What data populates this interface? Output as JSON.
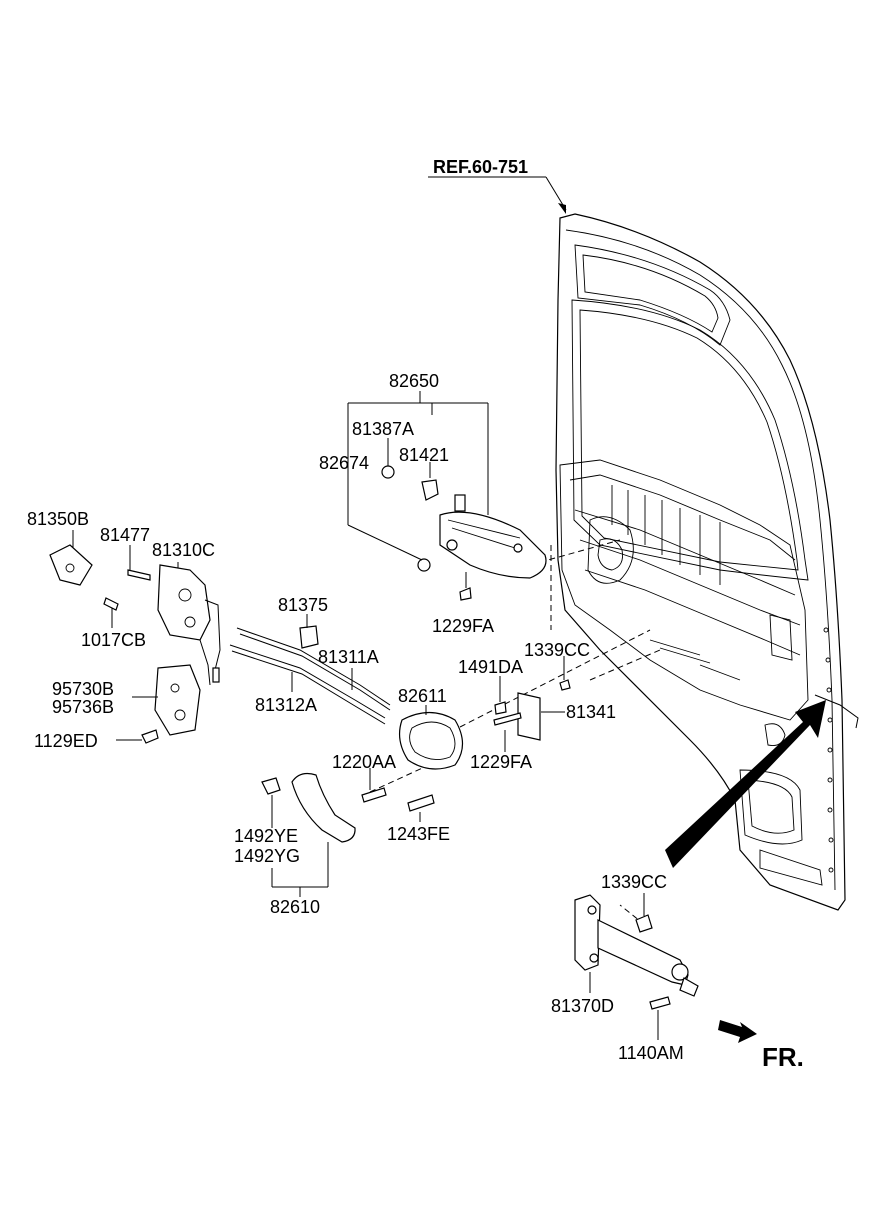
{
  "diagram": {
    "reference": "REF.60-751",
    "direction_label": "FR.",
    "labels": [
      {
        "id": "81350B",
        "text": "81350B"
      },
      {
        "id": "81477",
        "text": "81477"
      },
      {
        "id": "81310C",
        "text": "81310C"
      },
      {
        "id": "1017CB",
        "text": "1017CB"
      },
      {
        "id": "95730B",
        "text": "95730B"
      },
      {
        "id": "95736B",
        "text": "95736B"
      },
      {
        "id": "1129ED",
        "text": "1129ED"
      },
      {
        "id": "81375",
        "text": "81375"
      },
      {
        "id": "81311A",
        "text": "81311A"
      },
      {
        "id": "81312A",
        "text": "81312A"
      },
      {
        "id": "82650",
        "text": "82650"
      },
      {
        "id": "81387A",
        "text": "81387A"
      },
      {
        "id": "82674",
        "text": "82674"
      },
      {
        "id": "81421",
        "text": "81421"
      },
      {
        "id": "1229FA_top",
        "text": "1229FA"
      },
      {
        "id": "1339CC_mid",
        "text": "1339CC"
      },
      {
        "id": "1491DA",
        "text": "1491DA"
      },
      {
        "id": "82611",
        "text": "82611"
      },
      {
        "id": "81341",
        "text": "81341"
      },
      {
        "id": "1229FA_mid",
        "text": "1229FA"
      },
      {
        "id": "1220AA",
        "text": "1220AA"
      },
      {
        "id": "1243FE",
        "text": "1243FE"
      },
      {
        "id": "1492YE",
        "text": "1492YE"
      },
      {
        "id": "1492YG",
        "text": "1492YG"
      },
      {
        "id": "82610",
        "text": "82610"
      },
      {
        "id": "1339CC_bot",
        "text": "1339CC"
      },
      {
        "id": "81370D",
        "text": "81370D"
      },
      {
        "id": "1140AM",
        "text": "1140AM"
      }
    ]
  }
}
